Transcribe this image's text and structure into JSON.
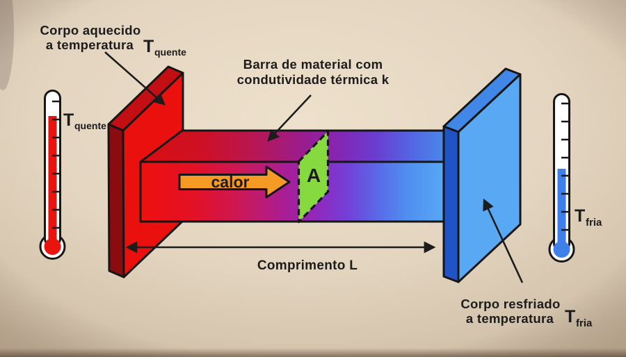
{
  "diagram": {
    "hot_body_label": {
      "line1": "Corpo aquecido",
      "line2": "a temperatura",
      "temp_symbol": "T",
      "temp_subscript": "quente"
    },
    "bar_label": {
      "line1": "Barra de material com",
      "line2": "condutividade térmica k"
    },
    "cold_body_label": {
      "line1": "Corpo resfriado",
      "line2": "a temperatura",
      "temp_symbol": "T",
      "temp_subscript": "fria"
    },
    "hot_thermometer": {
      "temp_symbol": "T",
      "temp_subscript": "quente"
    },
    "cold_thermometer": {
      "temp_symbol": "T",
      "temp_subscript": "fria"
    },
    "heat_arrow_label": "calor",
    "cross_section_label": "A",
    "length_label": "Comprimento L"
  },
  "colors": {
    "background": "#e4d6c1",
    "hot_red": "#ea100e",
    "hot_top": "#c30e13",
    "hot_dark": "#8a0c10",
    "cold_blue": "#58a8f3",
    "cold_top": "#4187e8",
    "cold_dark": "#2053c6",
    "cross_section_green": "#86d93e",
    "heat_arrow_orange": "#f69a26",
    "hot_fluid": "#e9140e",
    "cold_fluid": "#3e7fe9",
    "outline": "#161616",
    "bar_gradient": [
      "#ee100e",
      "#cb1858",
      "#aa1d93",
      "#8c2fc0",
      "#5a6ae8",
      "#57a8f5"
    ]
  }
}
